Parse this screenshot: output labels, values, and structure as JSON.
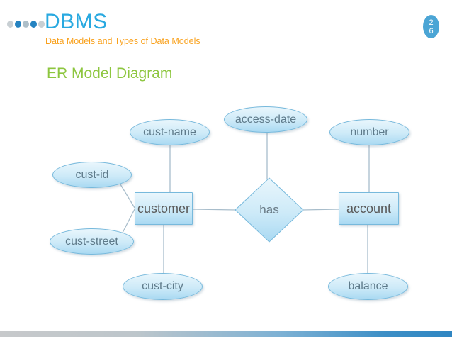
{
  "header": {
    "title": "DBMS",
    "subtitle": "Data Models and Types of Data Models",
    "page_number": {
      "line1": "2",
      "line2": "6"
    }
  },
  "slide": {
    "heading": "ER Model Diagram"
  },
  "diagram": {
    "type": "er-diagram",
    "entities": [
      {
        "label": "customer"
      },
      {
        "label": "account"
      }
    ],
    "relationship": {
      "label": "has"
    },
    "attributes": [
      {
        "label": "access-date",
        "attached_to": "has"
      },
      {
        "label": "cust-name",
        "attached_to": "customer"
      },
      {
        "label": "number",
        "attached_to": "account"
      },
      {
        "label": "cust-id",
        "attached_to": "customer"
      },
      {
        "label": "cust-street",
        "attached_to": "customer"
      },
      {
        "label": "cust-city",
        "attached_to": "customer"
      },
      {
        "label": "balance",
        "attached_to": "account"
      }
    ]
  },
  "colors": {
    "title_blue": "#29a9e0",
    "subtitle_orange": "#f9a11c",
    "heading_green": "#8dc63f",
    "badge_blue": "#4ba5d5",
    "shape_fill_top": "#e9f6fc",
    "shape_fill_bottom": "#a9d9f2",
    "shape_border": "#77b9dc",
    "entity_text": "#595959",
    "attribute_text": "#5e7a8a",
    "connector_line": "#a8bdcb",
    "footer_gray": "#c7c9cb",
    "footer_blue": "#2f86c2"
  }
}
